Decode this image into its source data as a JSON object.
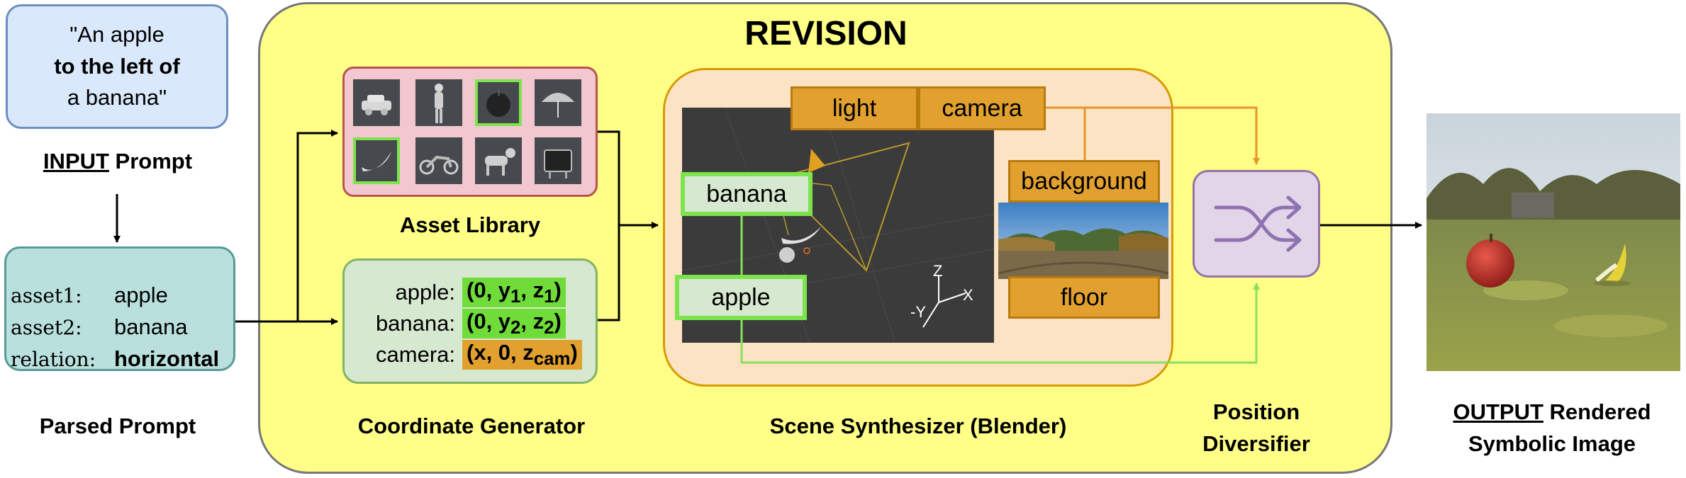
{
  "input_prompt": {
    "line1": "\"An apple",
    "line2": "to the left of",
    "line3": "a banana\"",
    "caption_underlined": "INPUT",
    "caption_rest": " Prompt"
  },
  "parsed_prompt": {
    "rows": [
      {
        "key": "asset1:",
        "value": "apple"
      },
      {
        "key": "asset2:",
        "value": "banana"
      },
      {
        "key": "relation:",
        "value": "horizontal"
      }
    ],
    "caption": "Parsed Prompt"
  },
  "revision": {
    "title": "REVISION"
  },
  "asset_library": {
    "caption": "Asset Library"
  },
  "coordinate_generator": {
    "caption": "Coordinate Generator",
    "rows": [
      {
        "label": "apple:",
        "value": "(0, y",
        "sub1": "1",
        "mid": ", z",
        "sub2": "1",
        "end": ")"
      },
      {
        "label": "banana:",
        "value": "(0, y",
        "sub1": "2",
        "mid": ", z",
        "sub2": "2",
        "end": ")"
      },
      {
        "label": "camera:",
        "value": "(x, 0, z",
        "sub1": "cam",
        "mid": "",
        "sub2": "",
        "end": ")"
      }
    ]
  },
  "scene_synthesizer": {
    "caption": "Scene Synthesizer (Blender)",
    "light": "light",
    "camera": "camera",
    "banana": "banana",
    "apple": "apple",
    "background": "background",
    "floor": "floor",
    "axes": {
      "z": "Z",
      "x": "X",
      "y": "-Y"
    }
  },
  "position_diversifier": {
    "caption_line1": "Position",
    "caption_line2": "Diversifier"
  },
  "output": {
    "caption_underlined": "OUTPUT",
    "caption_rest": " Rendered",
    "caption_line2": "Symbolic Image"
  },
  "colors": {
    "revision_bg": "#ffff88",
    "input_bg": "#dae8fc",
    "parsed_bg": "#b9e0dd",
    "asset_bg": "#f2c7cf",
    "scene_bg": "#fbe3c4",
    "diversifier_bg": "#e1d5e7",
    "accent_orange": "#e2a12e",
    "accent_green": "#7de34c"
  }
}
